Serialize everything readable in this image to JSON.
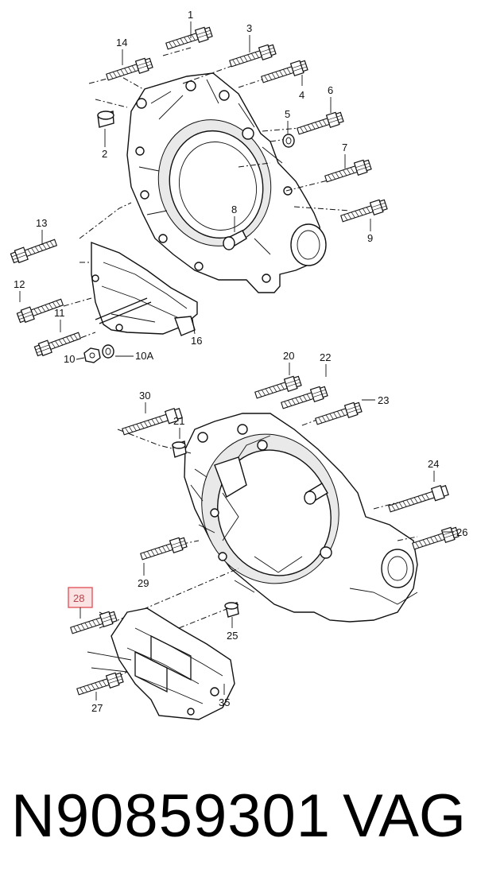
{
  "diagram": {
    "callouts": {
      "c1": "1",
      "c14": "14",
      "c3": "3",
      "c4": "4",
      "c2": "2",
      "c5": "5",
      "c6": "6",
      "c7": "7",
      "c8": "8",
      "c9": "9",
      "c13": "13",
      "c12": "12",
      "c11": "11",
      "c10": "10",
      "c10a": "10A",
      "c16": "16",
      "c20": "20",
      "c22": "22",
      "c30": "30",
      "c23": "23",
      "c21": "21",
      "c24": "24",
      "c26": "26",
      "c29": "29",
      "c28": "28",
      "c25": "25",
      "c27": "27",
      "c35": "35"
    },
    "highlighted_callout": "28",
    "highlight_color": "#e2575f"
  },
  "footer": {
    "part_number": "N90859301",
    "brand": "VAG"
  }
}
